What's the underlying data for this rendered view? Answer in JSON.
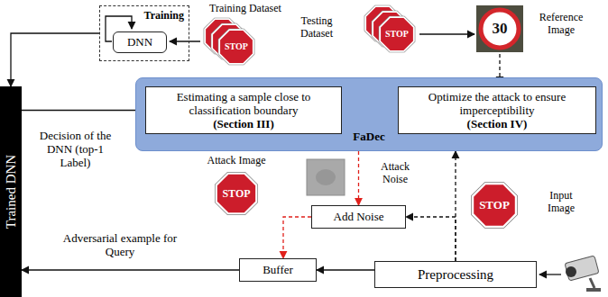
{
  "diagram": {
    "nodes": [
      {
        "text": [
          "Training"
        ]
      },
      {
        "text": [
          "DNN"
        ],
        "in": 0
      },
      {
        "text": [
          "Trained DNN"
        ]
      },
      {
        "text": [
          "FaDec"
        ]
      },
      {
        "text": [
          "Estimating a sample close to classification boundary",
          "(Section III)"
        ],
        "in": 3
      },
      {
        "text": [
          "Optimize the attack to ensure imperceptibility",
          "(Section IV)"
        ],
        "in": 3
      },
      {
        "text": [
          "Add Noise"
        ]
      },
      {
        "text": [
          "Buffer"
        ]
      },
      {
        "text": [
          "Preprocessing"
        ]
      }
    ],
    "edges": [
      {
        "from": 0,
        "to": 2,
        "arrow": "to"
      },
      {
        "from": 2,
        "to": 4,
        "arrow": "to",
        "label": "Decision of the DNN (top-1 Label)"
      },
      {
        "from": 4,
        "to": 5,
        "arrow": "to"
      },
      {
        "from": 3,
        "to": 6,
        "arrow": "to"
      },
      {
        "from": 8,
        "to": 3,
        "arrow": "to"
      },
      {
        "from": 8,
        "to": 6,
        "arrow": "to"
      },
      {
        "from": 6,
        "to": 7,
        "arrow": "to"
      },
      {
        "from": 8,
        "to": 7,
        "arrow": "to"
      },
      {
        "from": 7,
        "to": 2,
        "arrow": "to",
        "label": "Adversarial example for Query"
      }
    ],
    "labels": [
      "Training Dataset",
      "STOP",
      "Testing Dataset",
      "STOP",
      "Reference Image",
      "30",
      "Attack Noise",
      "Attack Image",
      "STOP",
      "Input Image",
      "STOP"
    ]
  }
}
